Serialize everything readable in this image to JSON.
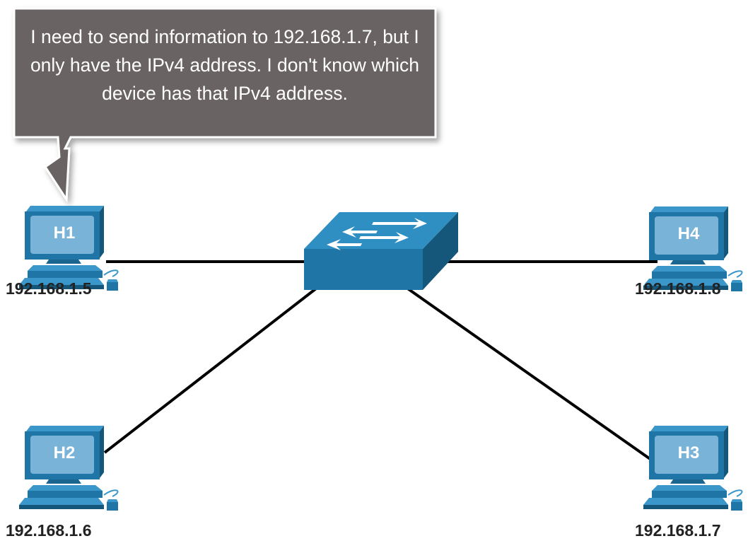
{
  "speech_bubble": {
    "text": "I need to send information to 192.168.1.7, but I only have the IPv4 address. I don't know which device has that IPv4 address.",
    "speaker": "H1"
  },
  "switch": {
    "icon": "switch-icon"
  },
  "hosts": [
    {
      "id": "h1",
      "label": "H1",
      "ip": "192.168.1.5"
    },
    {
      "id": "h2",
      "label": "H2",
      "ip": "192.168.1.6"
    },
    {
      "id": "h3",
      "label": "H3",
      "ip": "192.168.1.7"
    },
    {
      "id": "h4",
      "label": "H4",
      "ip": "192.168.1.8"
    }
  ],
  "links": [
    {
      "from": "H1",
      "to": "switch"
    },
    {
      "from": "H4",
      "to": "switch"
    },
    {
      "from": "H2",
      "to": "switch"
    },
    {
      "from": "H3",
      "to": "switch"
    }
  ],
  "colors": {
    "bubble": "#6b6463",
    "bubble_border": "#ffffff",
    "device_blue": "#1f6f9a",
    "device_light": "#2e86b8",
    "screen": "#7ab3d8",
    "link": "#000000"
  }
}
